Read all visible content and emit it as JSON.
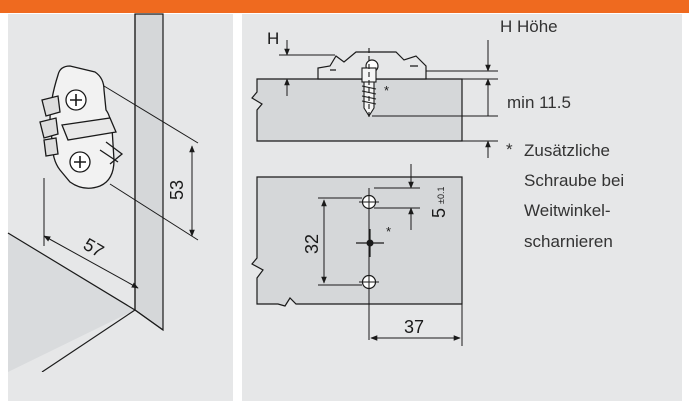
{
  "colors": {
    "accent_bar": "#ef6a1f",
    "panel_gray": "#e6e7e8",
    "wall_gray": "#d5d7d9",
    "line": "#1a1a1a"
  },
  "left_panel": {
    "dim_width": "57",
    "dim_height": "53"
  },
  "right_panel": {
    "label_h": "H",
    "legend_h": "H Höhe",
    "min_label": "min 11.5",
    "asterisk": "*",
    "note_lines": [
      "Zusätzliche",
      "Schraube bei",
      "Weitwinkel-",
      "scharnieren"
    ],
    "dim_32": "32",
    "dim_37": "37",
    "dim_5": "5",
    "dim_5_tol": "±0.1"
  }
}
